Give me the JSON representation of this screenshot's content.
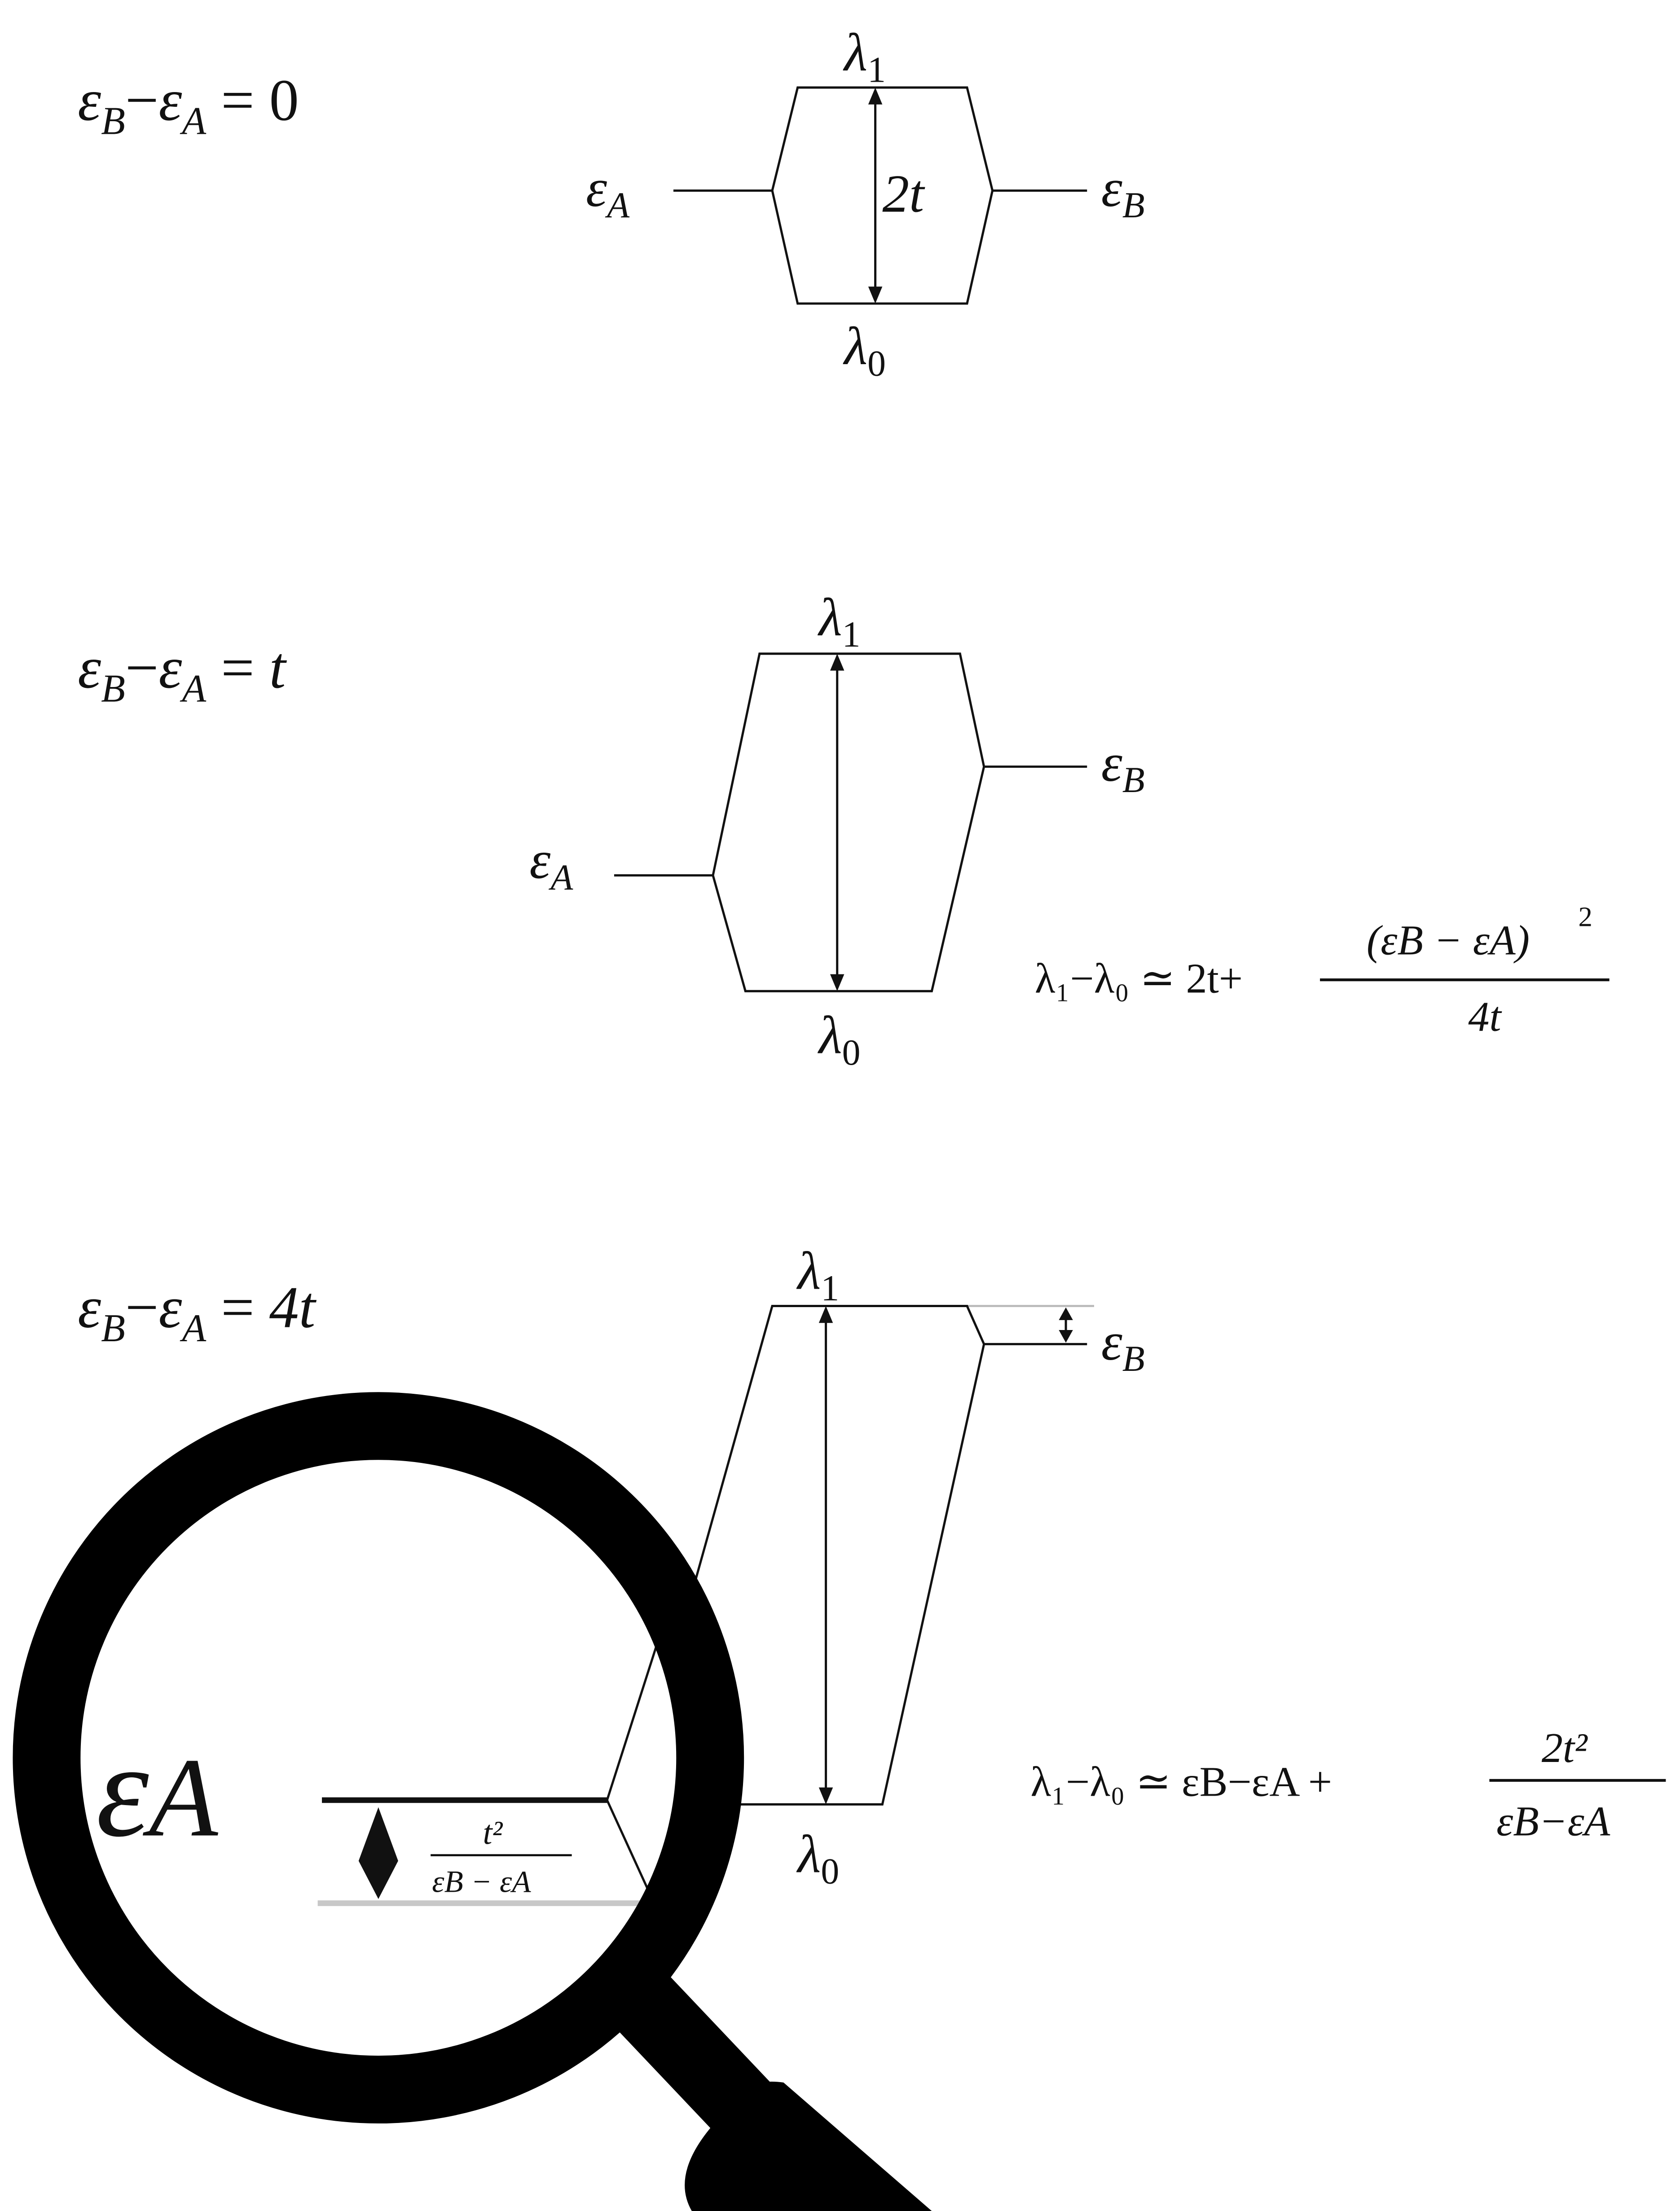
{
  "panels": [
    {
      "condition": {
        "e1": "ε",
        "s1": "B",
        "minus": "−",
        "e2": "ε",
        "s2": "A",
        "eq": "= ",
        "rhs": "0"
      },
      "lambda1": {
        "l": "λ",
        "s": "1"
      },
      "lambda0": {
        "l": "λ",
        "s": "0"
      },
      "eps_a": {
        "e": "ε",
        "s": "A"
      },
      "eps_b": {
        "e": "ε",
        "s": "B"
      },
      "gap_label": "2t"
    },
    {
      "condition": {
        "e1": "ε",
        "s1": "B",
        "minus": "−",
        "e2": "ε",
        "s2": "A",
        "eq": "= ",
        "rhs": "t"
      },
      "lambda1": {
        "l": "λ",
        "s": "1"
      },
      "lambda0": {
        "l": "λ",
        "s": "0"
      },
      "eps_a": {
        "e": "ε",
        "s": "A"
      },
      "eps_b": {
        "e": "ε",
        "s": "B"
      },
      "formula": {
        "lhs": "λ₁−λ₀ ≃ 2t+",
        "numerator": "(εB − εA)",
        "num_exp": "2",
        "denominator": "4t"
      }
    },
    {
      "condition": {
        "e1": "ε",
        "s1": "B",
        "minus": "−",
        "e2": "ε",
        "s2": "A",
        "eq": "= ",
        "rhs": "4t"
      },
      "lambda1": {
        "l": "λ",
        "s": "1"
      },
      "lambda0": {
        "l": "λ",
        "s": "0"
      },
      "eps_b": {
        "e": "ε",
        "s": "B"
      },
      "formula": {
        "lhs": "λ₁−λ₀ ≃ εB−εA +",
        "numerator": "2t²",
        "denominator": "εB−εA"
      }
    }
  ],
  "magnifier": {
    "eps_a": {
      "e": "ε",
      "s": "A"
    },
    "shift": {
      "numerator": "t²",
      "denominator": "εB − εA"
    }
  }
}
